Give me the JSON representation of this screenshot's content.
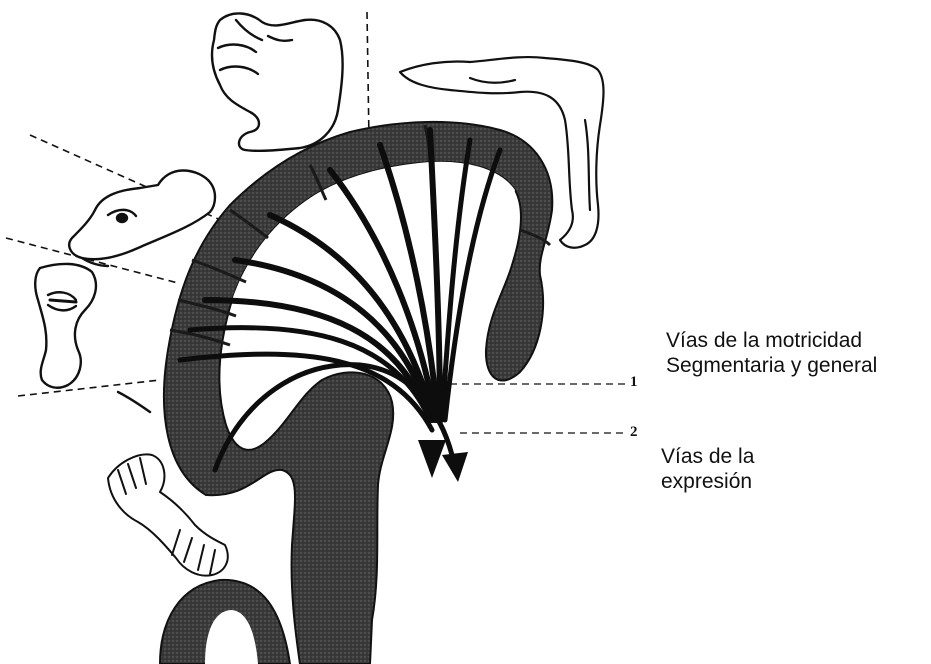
{
  "diagram": {
    "labels": {
      "motricity_line1": "Vías de la motricidad",
      "motricity_line2": "Segmentaria y general",
      "expression_line1": "Vías de la",
      "expression_line2": "expresión"
    },
    "markers": {
      "one": "1",
      "two": "2"
    },
    "colors": {
      "cortex": "#3a3a3a",
      "outline": "#111111",
      "pathways": "#0d0d0d",
      "background": "#ffffff"
    },
    "icons": [
      "hand-icon",
      "foot-icon",
      "eye-face-icon",
      "mouth-face-icon",
      "larynx-icon"
    ]
  }
}
